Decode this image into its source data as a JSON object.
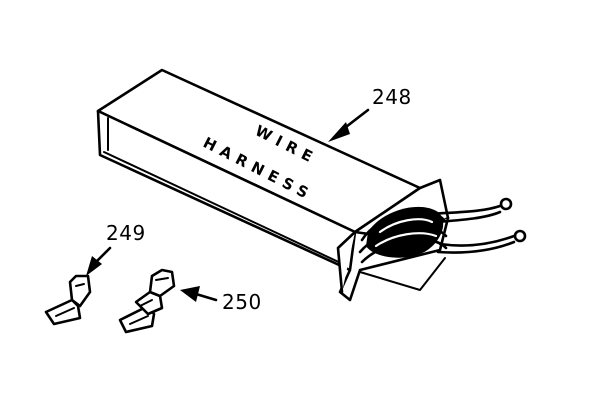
{
  "callouts": {
    "part_248": "248",
    "part_249": "249",
    "part_250": "250"
  },
  "box_label": {
    "line1": "WIRE",
    "line2": "HARNESS"
  },
  "colors": {
    "ink": "#000000",
    "paper": "#ffffff"
  }
}
